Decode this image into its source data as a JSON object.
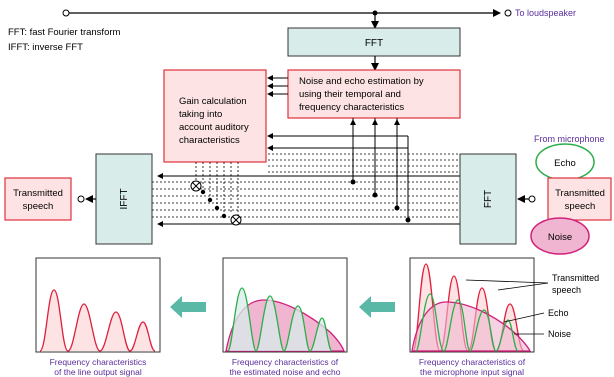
{
  "legend": {
    "fft": "FFT: fast Fourier transform",
    "ifft": "IFFT: inverse FFT"
  },
  "labels": {
    "to_loudspeaker": "To loudspeaker",
    "from_microphone": "From microphone",
    "top_fft": "FFT",
    "left_ifft": "IFFT",
    "right_fft": "FFT",
    "noise_echo_est": [
      "Noise and echo estimation by",
      "using their temporal and",
      "frequency characteristics"
    ],
    "gain_calc": [
      "Gain calculation",
      "taking into",
      "account auditory",
      "characteristics"
    ],
    "transmitted_speech_left": [
      "Transmitted",
      "speech"
    ],
    "transmitted_speech_right": [
      "Transmitted",
      "speech"
    ],
    "echo_bubble": "Echo",
    "noise_bubble": "Noise"
  },
  "plots": {
    "left_caption": [
      "Frequency characteristics",
      "of the line output signal"
    ],
    "middle_caption": [
      "Frequency characteristics of",
      "the estimated noise and echo"
    ],
    "right_caption": [
      "Frequency characteristics of",
      "the microphone input signal"
    ],
    "right_legend": {
      "transmitted": [
        "Transmitted",
        "speech"
      ],
      "echo": "Echo",
      "noise": "Noise"
    }
  },
  "colors": {
    "box_pink_fill": "#fde3e3",
    "box_red_stroke": "#e0303c",
    "box_teal_fill": "#d8ecea",
    "box_dark_stroke": "#333333",
    "echo_green": "#2bae4a",
    "noise_magenta": "#d0207c",
    "speech_red": "#e01f3c",
    "arrow_teal": "#5ab8a6",
    "purple_text": "#5a2d9c"
  }
}
